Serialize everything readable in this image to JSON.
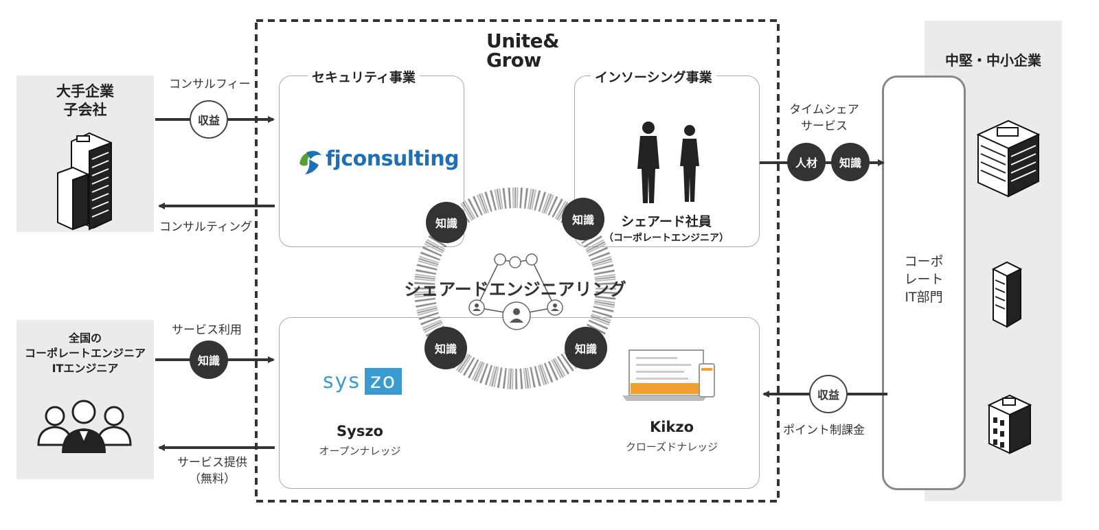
{
  "brand": {
    "logo_line1": "Unite&",
    "logo_line2": "Grow"
  },
  "left_top": {
    "title_line1": "大手企業",
    "title_line2": "子会社"
  },
  "left_bottom": {
    "title_line1": "全国の",
    "title_line2": "コーポレートエンジニア",
    "title_line3": "ITエンジニア"
  },
  "right_panel": {
    "title": "中堅・中小企業"
  },
  "corporate_it": {
    "line1": "コーポ",
    "line2": "レート",
    "line3": "IT部門"
  },
  "security": {
    "title": "セキュリティ事業",
    "logo_text": "fjconsulting"
  },
  "insourcing": {
    "title": "インソーシング事業",
    "shared_staff": "シェアード社員",
    "shared_staff_sub": "（コーポレートエンジニア）"
  },
  "syszo": {
    "logo_a": "sys",
    "logo_b": "zo",
    "name": "Syszo",
    "sub": "オープンナレッジ"
  },
  "kikzo": {
    "name": "Kikzo",
    "sub": "クローズドナレッジ"
  },
  "center": {
    "title": "シェアードエンジニアリング"
  },
  "badges": {
    "knowledge": "知識",
    "revenue": "収益",
    "talent": "人材"
  },
  "flows": {
    "consul_fee": "コンサルフィー",
    "consulting": "コンサルティング",
    "service_use": "サービス利用",
    "service_provide_1": "サービス提供",
    "service_provide_2": "（無料）",
    "timeshare_1": "タイムシェア",
    "timeshare_2": "サービス",
    "point_billing": "ポイント制課金"
  },
  "colors": {
    "dark": "#333333",
    "gray_panel": "#ebebeb",
    "box_border": "#aaaaaa",
    "syszo_blue": "#3b9bd1",
    "fj_green": "#55a02e",
    "fj_blue": "#1f6fb5",
    "kikzo_orange": "#f0a030"
  }
}
